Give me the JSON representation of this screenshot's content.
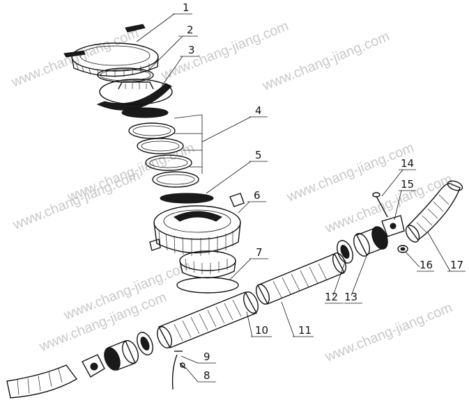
{
  "diagram": {
    "watermarks": [
      "www.chang-jiang.com",
      "www.chang-jiang.com",
      "www.chang-jiang.com",
      "www.chang-jiang.com",
      "www.chang-jiang.com",
      "www.chang-jiang.com",
      "www.chang-jiang.com",
      "www.chang-jiang.com",
      "www.chang-jiang.com",
      "www.chang-jiang.com"
    ],
    "callouts": [
      "1",
      "2",
      "3",
      "4",
      "5",
      "6",
      "7",
      "8",
      "9",
      "10",
      "11",
      "12",
      "13",
      "14",
      "15",
      "16",
      "17"
    ],
    "colors": {
      "ink": "#111111",
      "watermark": "#c9c9c9",
      "background": "#ffffff"
    }
  }
}
